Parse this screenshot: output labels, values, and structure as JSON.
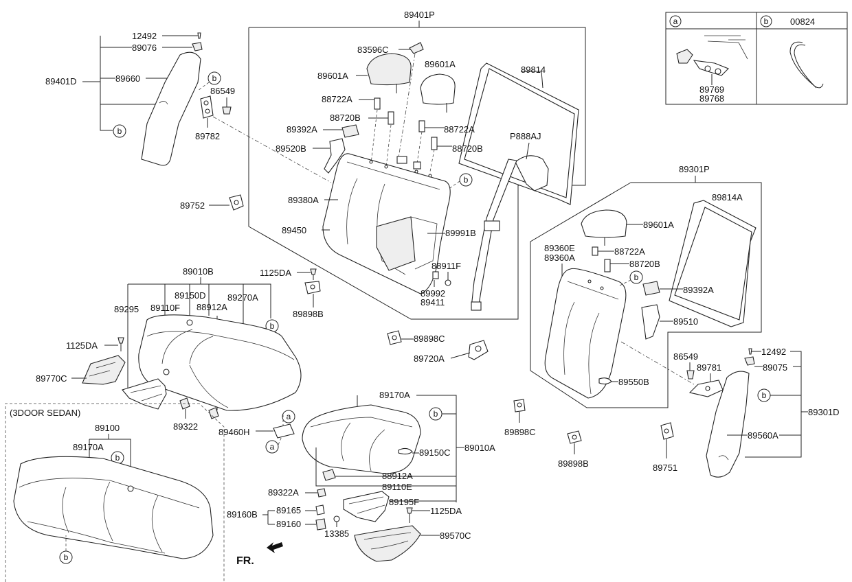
{
  "labels": {
    "l89401P": "89401P",
    "l12492a": "12492",
    "l89076": "89076",
    "l89401D": "89401D",
    "l89660": "89660",
    "l86549a": "86549",
    "l89782": "89782",
    "l83596C": "83596C",
    "l89601A1": "89601A",
    "l89601A2": "89601A",
    "l89814": "89814",
    "l88722A1": "88722A",
    "l88720B1": "88720B",
    "l88722A2": "88722A",
    "l89392A1": "89392A",
    "l89520B": "89520B",
    "l88720B2": "88720B",
    "lP888AJ": "P888AJ",
    "l89380A": "89380A",
    "l89752": "89752",
    "l89450": "89450",
    "l89991B": "89991B",
    "l88911F": "88911F",
    "l89992": "89992",
    "l89411": "89411",
    "l89010B": "89010B",
    "l1125DA1": "1125DA",
    "l89150D": "89150D",
    "l89270A": "89270A",
    "l89295": "89295",
    "l89110F": "89110F",
    "l88912A1": "88912A",
    "l89898B1": "89898B",
    "l1125DA2": "1125DA",
    "l89770C": "89770C",
    "l89898C1": "89898C",
    "l89720A": "89720A",
    "l89322a": "89322",
    "l89460H": "89460H",
    "l3door": "(3DOOR SEDAN)",
    "l89100": "89100",
    "l89170A1": "89170A",
    "l89170A2": "89170A",
    "l89150C": "89150C",
    "l89010A": "89010A",
    "l88912A2": "88912A",
    "l89110E": "89110E",
    "l89322A": "89322A",
    "l89195F": "89195F",
    "l89160B": "89160B",
    "l89165": "89165",
    "l1125DA3": "1125DA",
    "l89160": "89160",
    "l13385": "13385",
    "l89570C": "89570C",
    "lFR": "FR.",
    "l89898C2": "89898C",
    "l89898B2": "89898B",
    "l89751": "89751",
    "l89301P": "89301P",
    "l89814A": "89814A",
    "l89601A3": "89601A",
    "l89360E": "89360E",
    "l89360A": "89360A",
    "l88722A3": "88722A",
    "l88720B3": "88720B",
    "l89392A2": "89392A",
    "l89510": "89510",
    "l86549b": "86549",
    "l89781": "89781",
    "l89550B": "89550B",
    "l12492b": "12492",
    "l89075": "89075",
    "l89301D": "89301D",
    "l89560A": "89560A",
    "l00824": "00824",
    "l89769": "89769",
    "l89768": "89768"
  },
  "markers": {
    "a": "a",
    "b": "b"
  }
}
